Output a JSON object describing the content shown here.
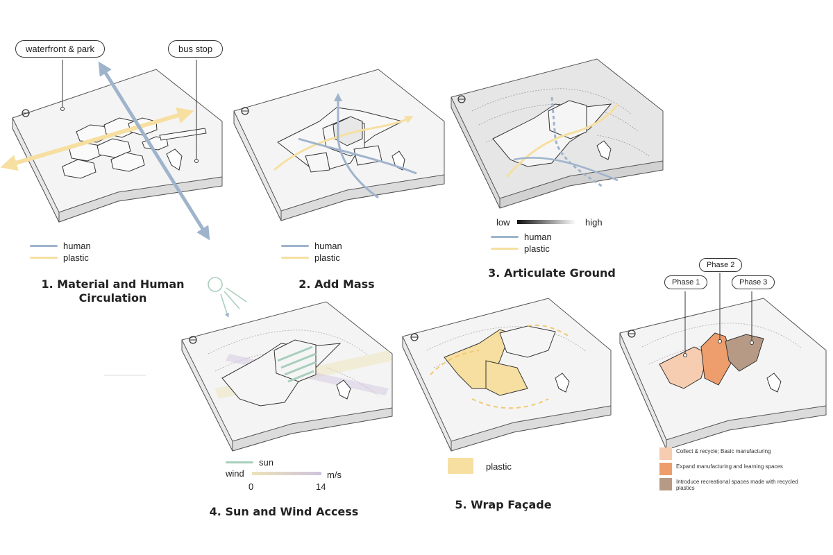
{
  "colors": {
    "human": "#9fb4cc",
    "plastic": "#f6dfa0",
    "sun": "#a8cfbd",
    "wind_start": "#ede3b8",
    "wind_end": "#cfc3de",
    "phase1": "#f6cdb0",
    "phase2": "#ee9e6c",
    "phase3": "#b79a85"
  },
  "panel1": {
    "caption_line1": "1. Material and Human",
    "caption_line2": "Circulation",
    "tag_waterfront": "waterfront & park",
    "tag_bus": "bus stop",
    "legend_human": "human",
    "legend_plastic": "plastic"
  },
  "panel2": {
    "caption": "2. Add Mass",
    "legend_human": "human",
    "legend_plastic": "plastic"
  },
  "panel3": {
    "caption": "3. Articulate Ground",
    "gradient_low": "low",
    "gradient_high": "high",
    "legend_human": "human",
    "legend_plastic": "plastic"
  },
  "panel4": {
    "caption": "4. Sun and Wind Access",
    "legend_sun": "sun",
    "legend_wind": "wind",
    "wind_unit": "m/s",
    "wind_min": "0",
    "wind_max": "14"
  },
  "panel5": {
    "caption": "5. Wrap Façade",
    "legend_plastic": "plastic"
  },
  "panel6": {
    "tag_phase1": "Phase 1",
    "tag_phase2": "Phase 2",
    "tag_phase3": "Phase 3",
    "legend": [
      "Collect & recycle; Basic manufacturing",
      "Expand manufacturing and learning spaces",
      "Introduce recreational spaces made with recycled plastics"
    ]
  }
}
